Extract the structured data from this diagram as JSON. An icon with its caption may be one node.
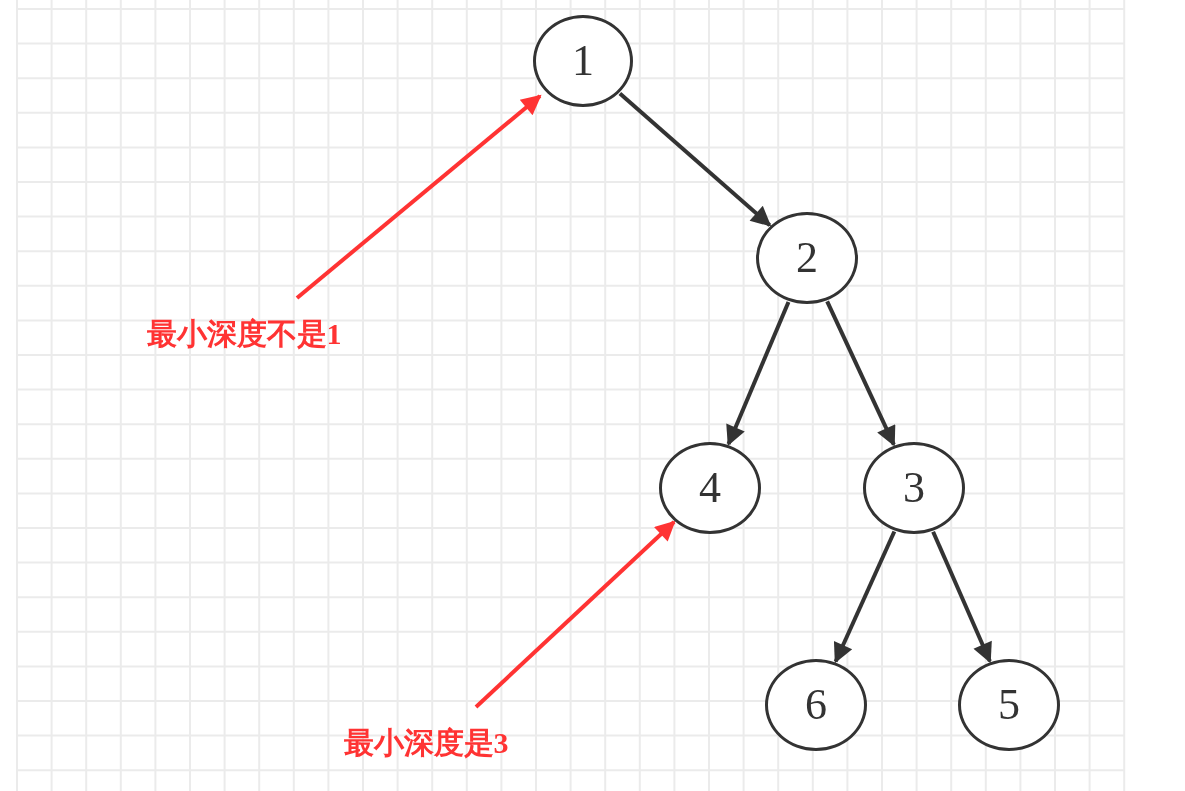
{
  "diagram": {
    "nodes": [
      {
        "text": [
          "1"
        ]
      },
      {
        "text": [
          "2"
        ]
      },
      {
        "text": [
          "4"
        ]
      },
      {
        "text": [
          "3"
        ]
      },
      {
        "text": [
          "6"
        ]
      },
      {
        "text": [
          "5"
        ]
      },
      {
        "text": [
          "最小深度不是1"
        ]
      },
      {
        "text": [
          "最小深度是3"
        ]
      }
    ],
    "edges": [
      {
        "from": 0,
        "to": 1,
        "arrow": "to"
      },
      {
        "from": 1,
        "to": 2,
        "arrow": "to"
      },
      {
        "from": 1,
        "to": 3,
        "arrow": "to"
      },
      {
        "from": 3,
        "to": 4,
        "arrow": "to"
      },
      {
        "from": 3,
        "to": 5,
        "arrow": "to"
      },
      {
        "from": 6,
        "to": 0,
        "arrow": "to",
        "color": "#ff3333"
      },
      {
        "from": 7,
        "to": 2,
        "arrow": "to",
        "color": "#ff3333"
      }
    ]
  }
}
